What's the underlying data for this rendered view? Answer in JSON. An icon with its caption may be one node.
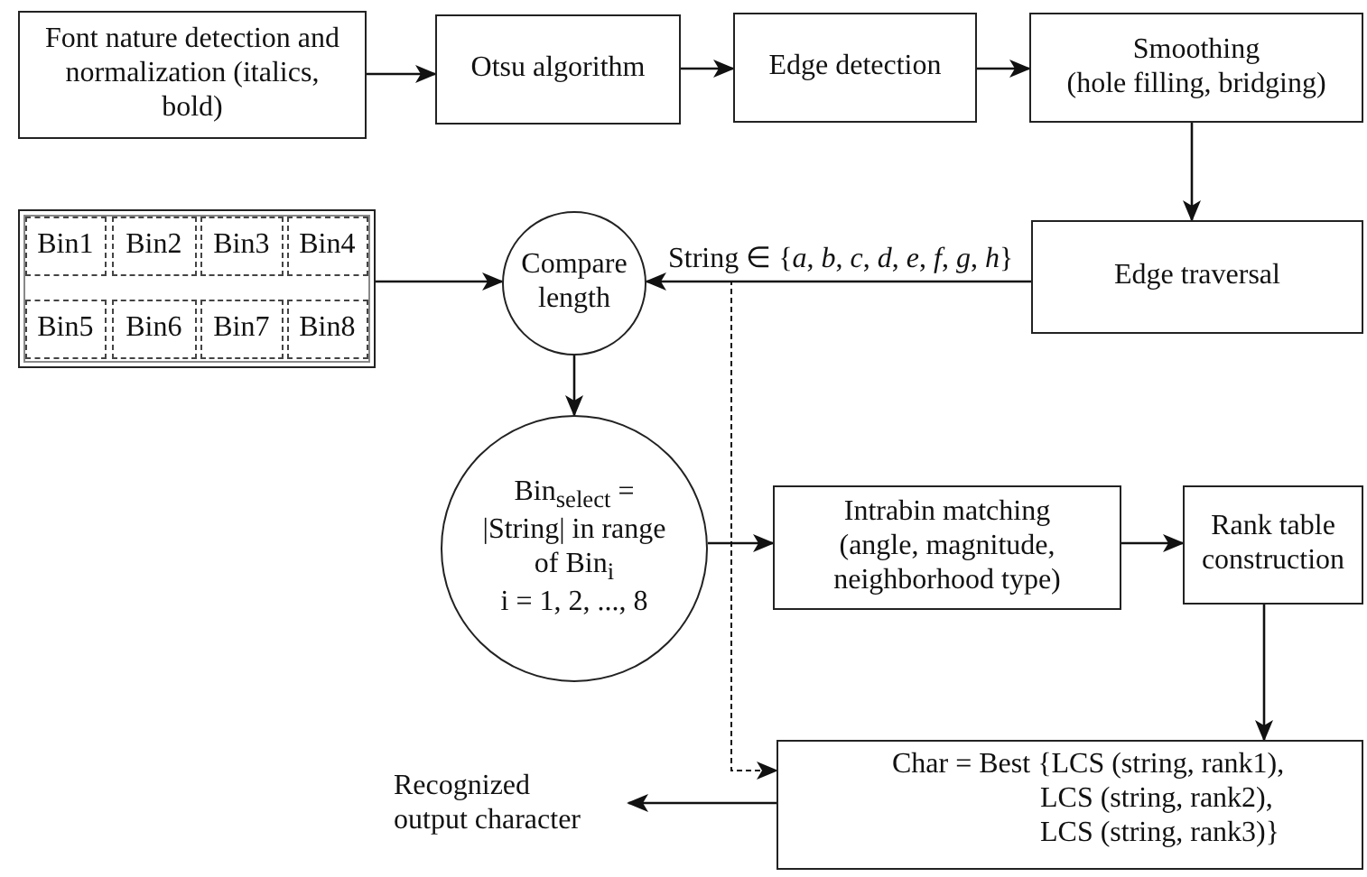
{
  "diagram": {
    "nodes": [
      {
        "text": [
          "Font nature detection and normalization (italics, bold)"
        ]
      },
      {
        "text": [
          "Otsu algorithm"
        ]
      },
      {
        "text": [
          "Edge detection"
        ]
      },
      {
        "text": [
          "Smoothing",
          "(hole filling, bridging)"
        ]
      },
      {
        "text": [],
        "shape": "box"
      },
      {
        "text": [
          "Bin1"
        ],
        "in": 4
      },
      {
        "text": [
          "Bin2"
        ],
        "in": 4
      },
      {
        "text": [
          "Bin3"
        ],
        "in": 4
      },
      {
        "text": [
          "Bin4"
        ],
        "in": 4
      },
      {
        "text": [
          "Bin5"
        ],
        "in": 4
      },
      {
        "text": [
          "Bin6"
        ],
        "in": 4
      },
      {
        "text": [
          "Bin7"
        ],
        "in": 4
      },
      {
        "text": [
          "Bin8"
        ],
        "in": 4
      },
      {
        "text": [
          "Compare length"
        ]
      },
      {
        "text": [
          "Edge traversal"
        ]
      },
      {
        "text": [
          "Bin$_{select}$ = |String| in range of Bin$_{i}$",
          "i = 1, 2, ..., 8"
        ]
      },
      {
        "text": [
          "Intrabin matching (angle, magnitude, neighborhood type)"
        ]
      },
      {
        "text": [
          "Rank table construction"
        ]
      },
      {
        "text": [
          "Char = Best {LCS (string, rank1), LCS (string, rank2), LCS (string, rank3)}"
        ]
      },
      {
        "text": [
          "Recognized output character"
        ]
      }
    ],
    "edges": [
      {
        "from": 0,
        "to": 1,
        "arrow": "to"
      },
      {
        "from": 1,
        "to": 2,
        "arrow": "to"
      },
      {
        "from": 2,
        "to": 3,
        "arrow": "to"
      },
      {
        "from": 3,
        "to": 14,
        "arrow": "to"
      },
      {
        "from": 4,
        "to": 13,
        "arrow": "to"
      },
      {
        "from": 14,
        "to": 13,
        "arrow": "to",
        "label": "String ∈ {*a*, *b*, *c*, *d*, *e*, *f*, *g*, *h*}"
      },
      {
        "from": 13,
        "to": 15,
        "arrow": "to"
      },
      {
        "from": 15,
        "to": 16,
        "arrow": "to"
      },
      {
        "from": 16,
        "to": 17,
        "arrow": "to"
      },
      {
        "from": 17,
        "to": 18,
        "arrow": "to"
      },
      {
        "from": 14,
        "to": 18,
        "arrow": "to",
        "style": "dashed"
      },
      {
        "from": 18,
        "to": 19,
        "arrow": "to"
      }
    ]
  }
}
